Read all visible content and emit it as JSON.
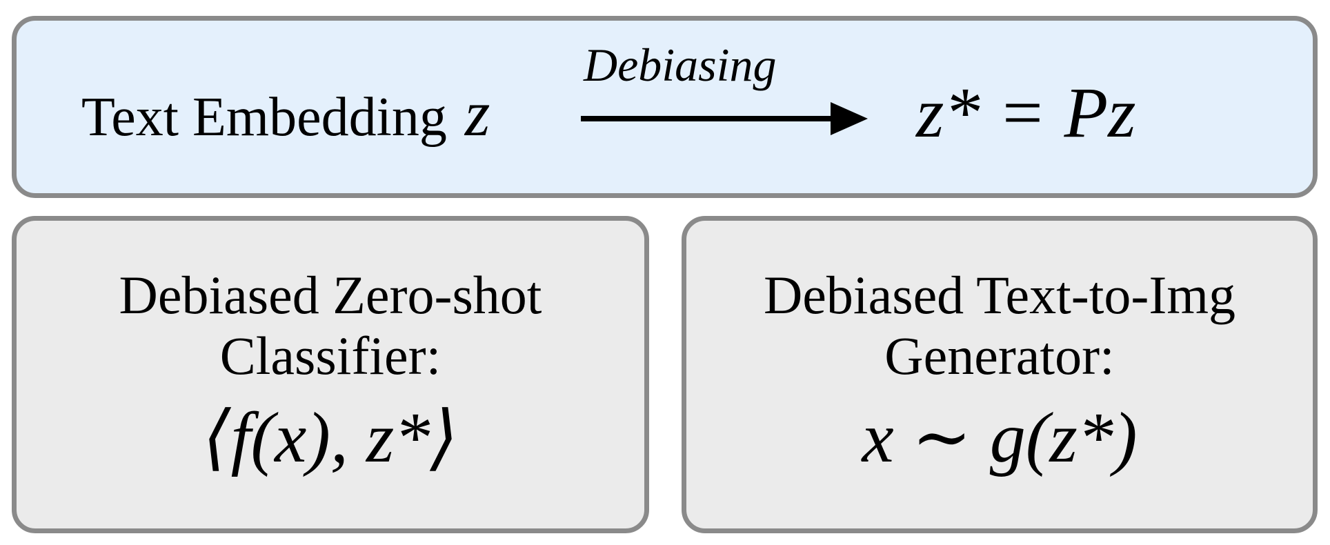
{
  "top": {
    "label": "Text Embedding",
    "variable": "z",
    "arrow_label": "Debiasing",
    "result_formula": "z* = Pz"
  },
  "left_box": {
    "line1": "Debiased Zero-shot",
    "line2": "Classifier:",
    "formula": "⟨f(x), z*⟩"
  },
  "right_box": {
    "line1": "Debiased Text-to-Img",
    "line2": "Generator:",
    "formula": "x ∼ g(z*)"
  },
  "colors": {
    "top_fill": "#e4f0fc",
    "bottom_fill": "#ebebeb",
    "border": "#8a8a8a",
    "arrow": "#000000"
  }
}
